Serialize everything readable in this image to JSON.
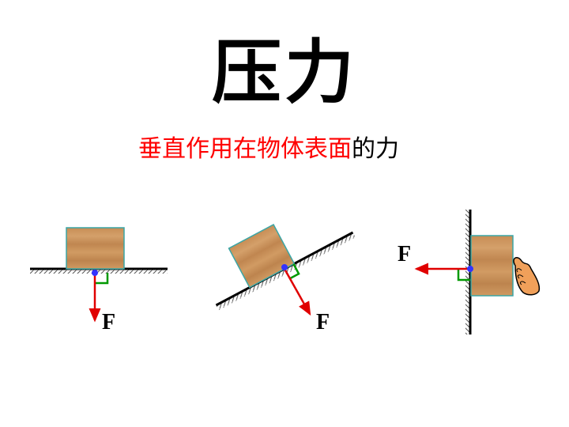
{
  "title": "压力",
  "subtitle": {
    "red_part": "垂直作用在物体表面",
    "black_part": "的力"
  },
  "diagrams": [
    {
      "name": "block-on-horizontal-surface",
      "force_label": "F"
    },
    {
      "name": "block-on-incline",
      "force_label": "F"
    },
    {
      "name": "block-pressed-on-wall",
      "force_label": "F"
    }
  ],
  "colors": {
    "title": "#000000",
    "highlight": "#ff0000",
    "force_arrow": "#e00000",
    "right_angle": "#009900",
    "contact_point": "#3333ff",
    "block_fill": "#c9925a",
    "block_border": "#3aa6a6",
    "surface": "#000000"
  },
  "icons": {
    "hand": "hand-icon"
  }
}
